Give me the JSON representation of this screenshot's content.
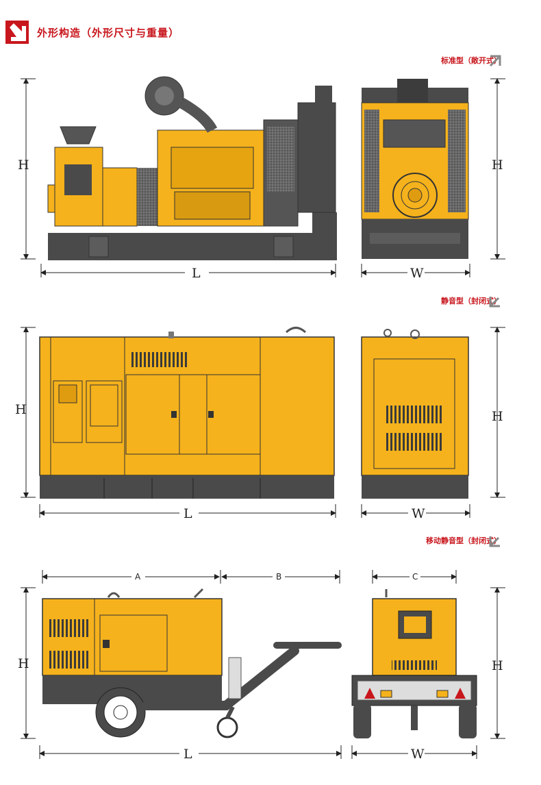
{
  "header": {
    "title": "外形构造（外形尺寸与重量）"
  },
  "sections": [
    {
      "label": "标准型（敞开式）"
    },
    {
      "label": "静音型（封闭式）"
    },
    {
      "label": "移动静音型（封闭式）"
    }
  ],
  "dims": {
    "H": "H",
    "L": "L",
    "W": "W",
    "A": "A",
    "B": "B",
    "C": "C"
  },
  "colors": {
    "accent": "#c8161d",
    "yellow": "#f5b21c",
    "dark": "#4a4a4a"
  }
}
